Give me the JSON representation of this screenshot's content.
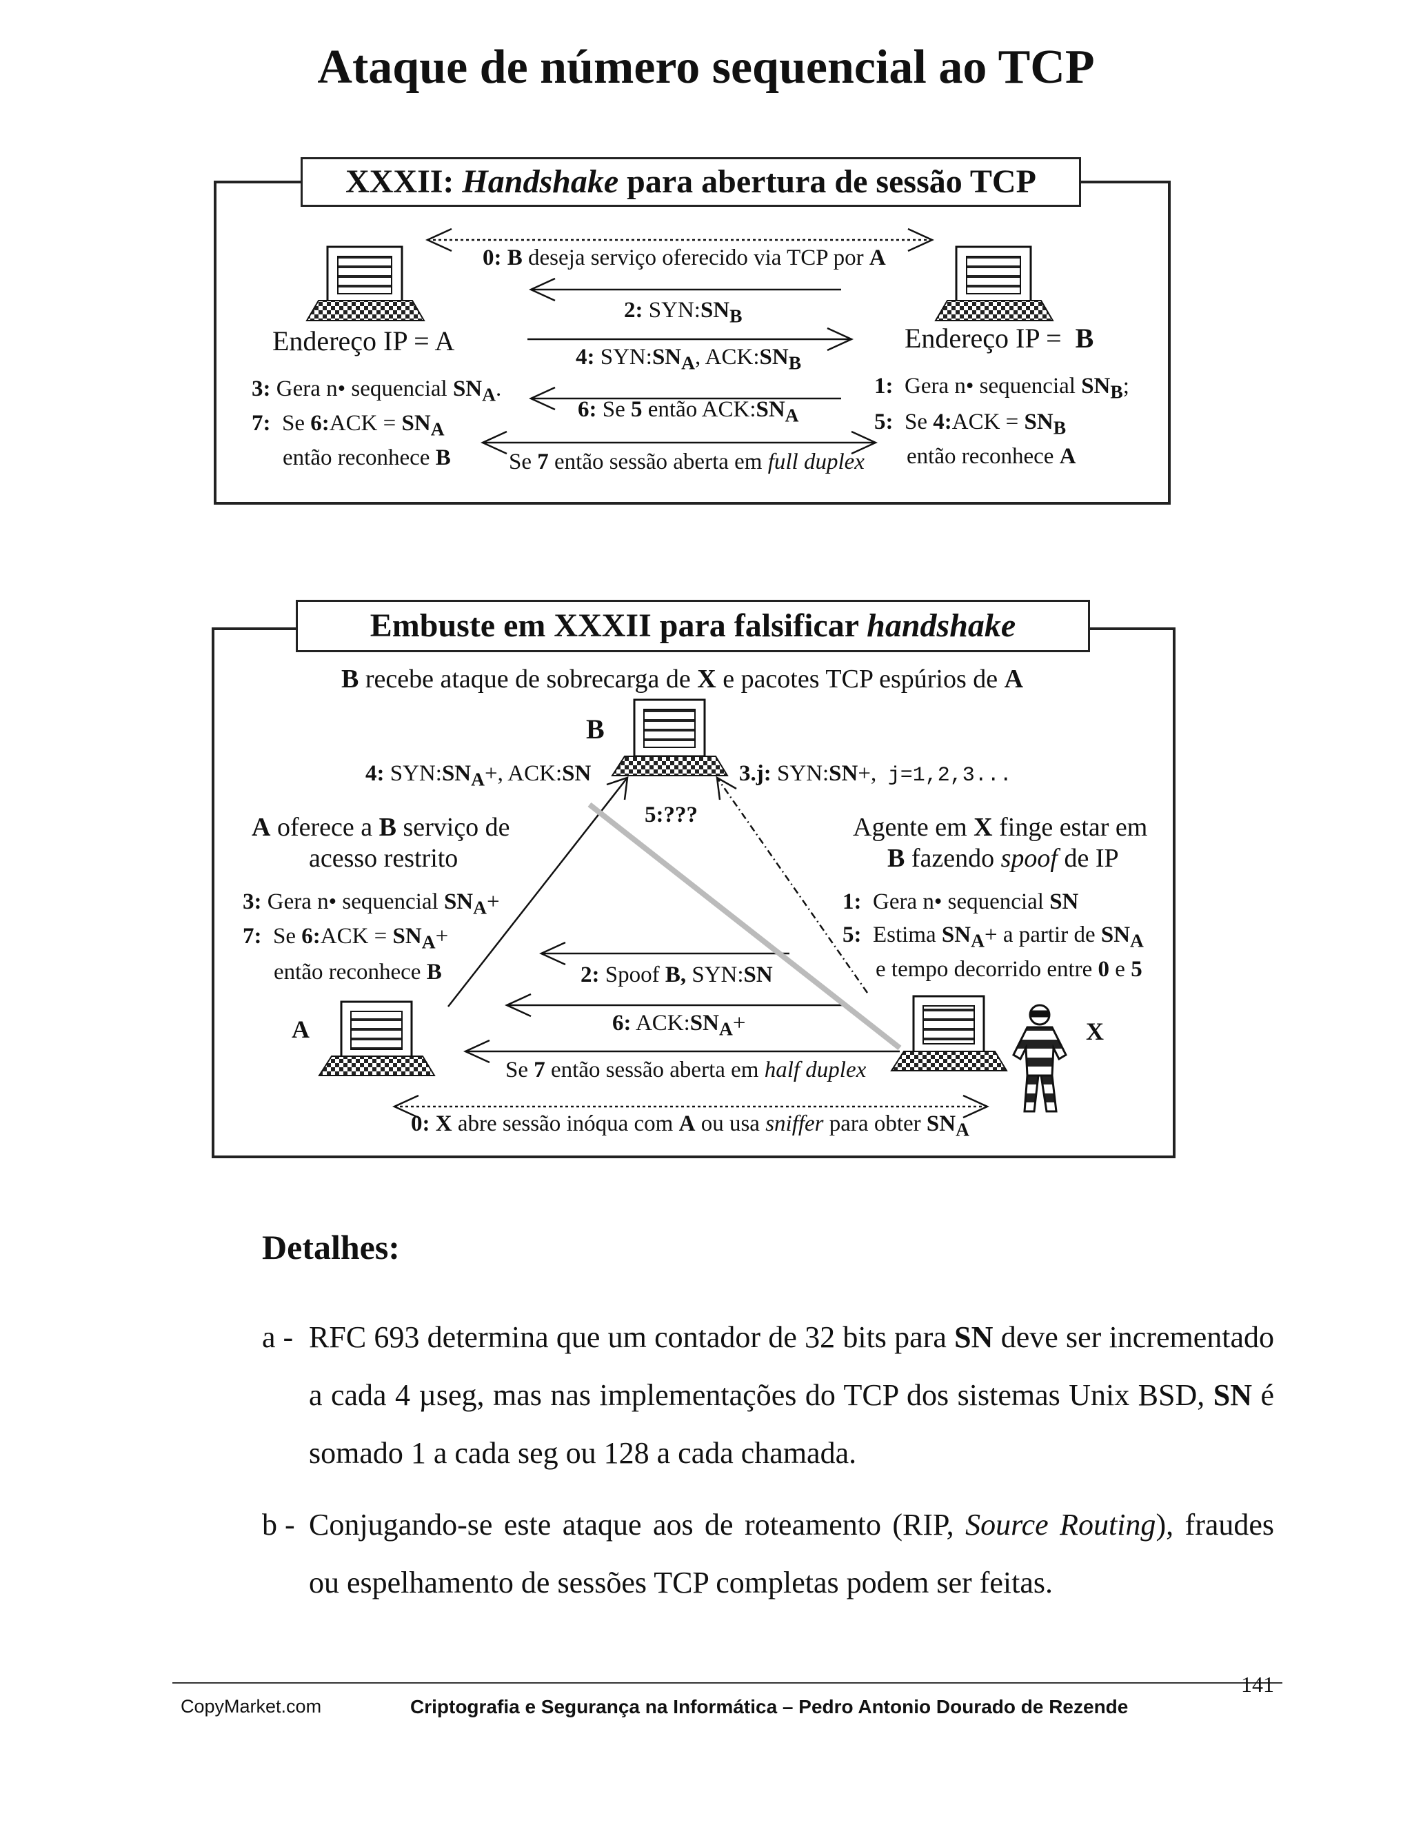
{
  "page": {
    "title": "Ataque de número sequencial ao TCP"
  },
  "diagram1": {
    "caption_a": "XXXII:",
    "caption_b": "Handshake",
    "caption_c": "para abertura de sessão TCP",
    "host_a_label": "Endereço IP = A",
    "host_b_label": "Endereço IP =",
    "host_b_letter": "B",
    "msg0_num": "0:",
    "msg0_b": "B",
    "msg0_rest": "deseja serviço oferecido via TCP por",
    "msg0_a": "A",
    "msg2_num": "2:",
    "msg2_text": "SYN:",
    "msg2_sn": "SN",
    "msg2_sub": "B",
    "msg4_num": "4:",
    "msg4_syn": "SYN:",
    "msg4_sn": "SN",
    "msg4_sub": "A",
    "msg4_ack": ",  ACK:",
    "msg4_sn2": "SN",
    "msg4_sub2": "B",
    "msg6_num": "6:",
    "msg6_se": "Se",
    "msg6_5": "5",
    "msg6_rest": "então ACK:",
    "msg6_sn": "SN",
    "msg6_sub": "A",
    "msg7_se": "Se",
    "msg7_7": "7",
    "msg7_rest": "então sessão aberta em",
    "msg7_mode": "full duplex",
    "a_step3_num": "3:",
    "a_step3_text": "Gera n• sequencial",
    "a_step3_sn": "SN",
    "a_step3_sub": "A",
    "a_step3_end": ".",
    "a_step7_num": "7:",
    "a_step7_se": "Se",
    "a_step7_6": "6:",
    "a_step7_ack": "ACK =",
    "a_step7_sn": "SN",
    "a_step7_sub": "A",
    "a_step7_then": "então reconhece",
    "a_step7_b": "B",
    "b_step1_num": "1:",
    "b_step1_text": "Gera n• sequencial",
    "b_step1_sn": "SN",
    "b_step1_sub": "B",
    "b_step1_end": ";",
    "b_step5_num": "5:",
    "b_step5_se": "Se",
    "b_step5_4": "4:",
    "b_step5_ack": "ACK =",
    "b_step5_sn": "SN",
    "b_step5_sub": "B",
    "b_step5_then": "então reconhece",
    "b_step5_a": "A"
  },
  "diagram2": {
    "caption_a": "Embuste em XXXII para falsificar",
    "caption_b": "handshake",
    "subtitle_b": "B",
    "subtitle_rest1": "recebe ataque de sobrecarga de",
    "subtitle_x": "X",
    "subtitle_rest2": "e pacotes TCP espúrios de",
    "subtitle_a": "A",
    "host_b": "B",
    "host_a": "A",
    "host_x": "X",
    "b_left_num": "4:",
    "b_left_syn": "SYN:",
    "b_left_sn": "SN",
    "b_left_sub": "A",
    "b_left_plus": "+,  ACK:",
    "b_left_sn2": "SN",
    "b_right_num": "3.j:",
    "b_right_syn": "SYN:",
    "b_right_sn": "SN",
    "b_right_plus": "+,",
    "b_right_mono": "j=1,2,3...",
    "unknown": "5:???",
    "a_offer_a": "A",
    "a_offer_1": "oferece a",
    "a_offer_b": "B",
    "a_offer_2": "serviço de",
    "a_offer_3": "acesso restrito",
    "a_step3_num": "3:",
    "a_step3_text": "Gera n• sequencial",
    "a_step3_sn": "SN",
    "a_step3_sub": "A",
    "a_step3_plus": "+",
    "a_step7_num": "7:",
    "a_step7_se": "Se",
    "a_step7_6": "6:",
    "a_step7_ack": "ACK =",
    "a_step7_sn": "SN",
    "a_step7_sub": "A",
    "a_step7_plus": "+",
    "a_step7_then": "então reconhece",
    "a_step7_b": "B",
    "x_agent_1": "Agente em",
    "x_agent_x": "X",
    "x_agent_2": "finge estar em",
    "x_agent_b": "B",
    "x_agent_3": "fazendo",
    "x_agent_spoof": "spoof",
    "x_agent_4": "de IP",
    "x_step1_num": "1:",
    "x_step1_text": "Gera n• sequencial",
    "x_step1_sn": "SN",
    "x_step5_num": "5:",
    "x_step5_text": "Estima",
    "x_step5_sn": "SN",
    "x_step5_sub": "A",
    "x_step5_plus": "+  a partir de",
    "x_step5_sn2": "SN",
    "x_step5_sub2": "A",
    "x_step5_line2a": "e tempo decorrido entre",
    "x_step5_0": "0",
    "x_step5_e": "e",
    "x_step5_5": "5",
    "msg2_num": "2:",
    "msg2_spoof": "Spoof",
    "msg2_b": "B,",
    "msg2_syn": "SYN:",
    "msg2_sn": "SN",
    "msg6_num": "6:",
    "msg6_ack": "ACK:",
    "msg6_sn": "SN",
    "msg6_sub": "A",
    "msg6_plus": "+",
    "msg7_se": "Se",
    "msg7_7": "7",
    "msg7_rest": "então sessão aberta em",
    "msg7_mode": "half duplex",
    "msg0_num": "0:",
    "msg0_x": "X",
    "msg0_rest1": "abre sessão inóqua com",
    "msg0_a": "A",
    "msg0_rest2": "ou usa",
    "msg0_sniffer": "sniffer",
    "msg0_rest3": "para obter",
    "msg0_sn": "SN",
    "msg0_sub": "A"
  },
  "details": {
    "heading": "Detalhes:",
    "item_a_marker": "a -",
    "item_a_1": "RFC 693 determina que um contador de 32 bits para",
    "item_a_sn": "SN",
    "item_a_2": "deve ser incrementado a cada 4 µseg, mas nas implementações do TCP dos sistemas Unix BSD,",
    "item_a_sn2": "SN",
    "item_a_3": "é somado 1 a cada seg ou 128 a cada chamada.",
    "item_b_marker": "b -",
    "item_b_1": "Conjugando-se este ataque aos de roteamento (RIP,",
    "item_b_sr": "Source Routing",
    "item_b_2": "), fraudes ou espelhamento de sessões TCP completas podem ser feitas."
  },
  "footer": {
    "left": "CopyMarket.com",
    "center": "Criptografia e Segurança na Informática – Pedro Antonio Dourado de Rezende",
    "page_number": "141"
  }
}
